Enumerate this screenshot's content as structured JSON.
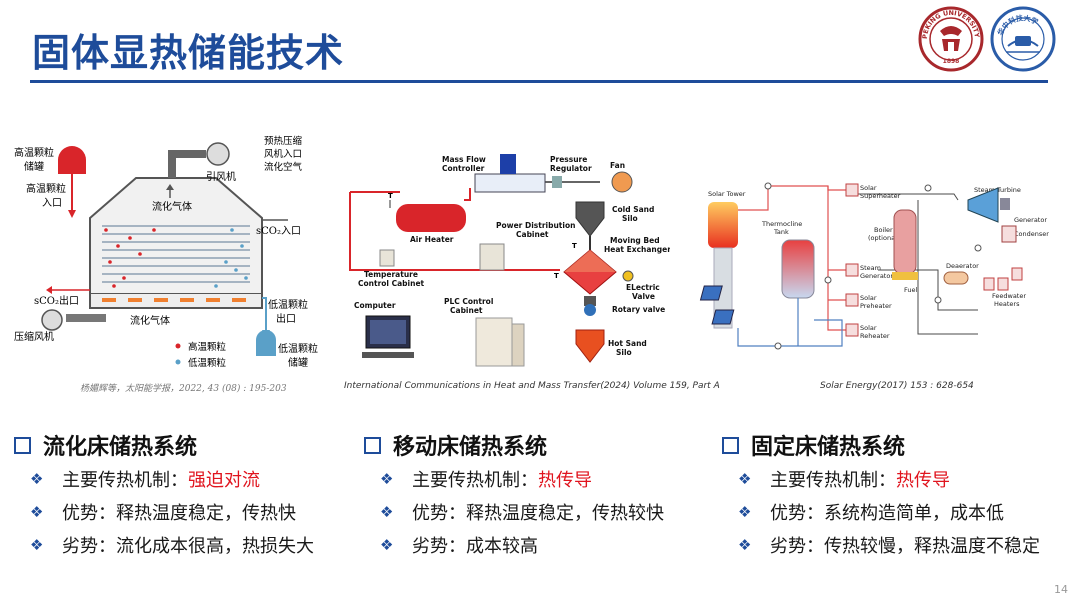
{
  "slide": {
    "title": "固体显热储能技术",
    "page_number": "14"
  },
  "logos": {
    "pku_text": "PEKING UNIVERSITY",
    "pku_year": "1898",
    "hust_text": "华中科技大学"
  },
  "figure1": {
    "labels": {
      "hot_storage": "高温颗粒",
      "hot_storage2": "储罐",
      "hot_inlet": "高温颗粒",
      "hot_inlet2": "入口",
      "preheat": "预热压缩",
      "preheat2": "风机入口",
      "preheat3": "流化空气",
      "fan": "引风机",
      "gas_top": "流化气体",
      "sco2_in": "sCO₂入口",
      "sco2_out": "sCO₂出口",
      "cold_outlet": "低温颗粒",
      "cold_outlet2": "出口",
      "gas_bottom": "流化气体",
      "compressor": "压缩风机",
      "legend_hot": "高温颗粒",
      "legend_cold": "低温颗粒",
      "cold_storage": "低温颗粒",
      "cold_storage2": "储罐"
    },
    "caption": "杨媚辉等，太阳能学报，2022, 43 (08) : 195-203"
  },
  "figure2": {
    "labels": {
      "mfc": "Mass Flow",
      "mfc2": "Controller",
      "pressure": "Pressure",
      "pressure2": "Regulator",
      "fan": "Fan",
      "air_heater": "Air Heater",
      "cold_silo": "Cold Sand",
      "cold_silo2": "Silo",
      "pdc": "Power Distribution",
      "pdc2": "Cabinet",
      "moving_bed": "Moving Bed",
      "moving_bed2": "Heat Exchanger",
      "tcc": "Temperature",
      "tcc2": "Control Cabinet",
      "electric_valve": "ELectric",
      "electric_valve2": "Valve",
      "computer": "Computer",
      "plc": "PLC Control",
      "plc2": "Cabinet",
      "rotary": "Rotary valve",
      "hot_silo": "Hot Sand",
      "hot_silo2": "Silo",
      "t": "T"
    },
    "caption": "International Communications in Heat and Mass Transfer(2024) Volume 159, Part A"
  },
  "figure3": {
    "labels": {
      "solar_tower": "Solar Tower",
      "thermocline": "Thermocline",
      "thermocline2": "Tank",
      "superheater": "Solar",
      "superheater2": "Superheater",
      "boiler": "Boiler",
      "boiler2": "(optional)",
      "steam_gen": "Steam",
      "steam_gen2": "Generator",
      "preheater": "Solar",
      "preheater2": "Preheater",
      "reheater": "Solar",
      "reheater2": "Reheater",
      "fuel": "Fuel",
      "turbine": "Steam Turbine",
      "generator": "Generator",
      "condenser": "Condenser",
      "deaerator": "Deaerator",
      "feedwater": "Feedwater",
      "feedwater2": "Heaters"
    },
    "caption": "Solar Energy(2017) 153 : 628-654"
  },
  "columns": [
    {
      "heading": "流化床储热系统",
      "mech_label": "主要传热机制：",
      "mech_value": "强迫对流",
      "adv": "优势：释热温度稳定，传热快",
      "disadv": "劣势：流化成本很高，热损失大"
    },
    {
      "heading": "移动床储热系统",
      "mech_label": "主要传热机制：",
      "mech_value": "热传导",
      "adv": "优势：释热温度稳定，传热较快",
      "disadv": "劣势：成本较高"
    },
    {
      "heading": "固定床储热系统",
      "mech_label": "主要传热机制：",
      "mech_value": "热传导",
      "adv": "优势：系统构造简单，成本低",
      "disadv": "劣势：传热较慢，释热温度不稳定"
    }
  ],
  "colors": {
    "accent": "#1e4c9a",
    "highlight": "#e0141e",
    "pku_red": "#a8282c"
  },
  "icons": {
    "checkbox": "checkbox-icon",
    "bullet": "diamond-bullet-icon",
    "bullet_glyph": "❖"
  }
}
